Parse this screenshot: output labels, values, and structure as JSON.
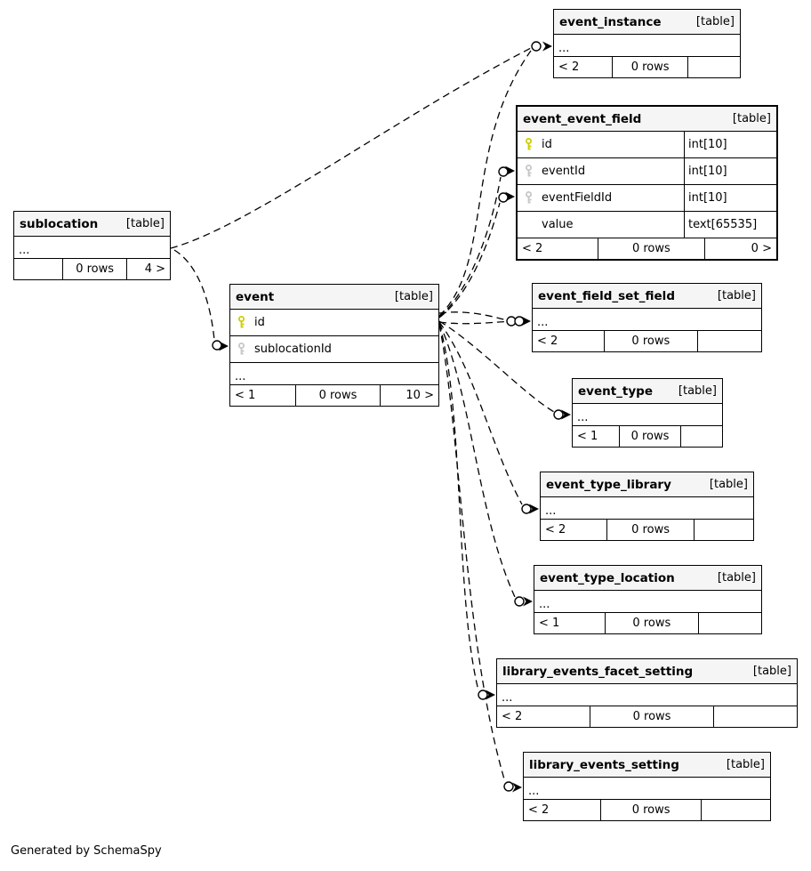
{
  "credit": "Generated by SchemaSpy",
  "colors": {
    "primary_key": "#cdcd00",
    "foreign_key": "#c6c6c6",
    "header_bg": "#f5f5f5",
    "line": "#000000"
  },
  "icons": {
    "primary_key": "key-icon (yellow)",
    "foreign_key": "key-icon (gray)"
  },
  "tables": [
    {
      "name": "event_instance",
      "tag": "[table]",
      "rows": [
        {
          "name": "..."
        }
      ],
      "footer": {
        "left": "< 2",
        "center": "0 rows",
        "right": ""
      }
    },
    {
      "name": "event_event_field",
      "tag": "[table]",
      "rows": [
        {
          "key": "pk",
          "name": "id",
          "type": "int[10]"
        },
        {
          "key": "fk",
          "name": "eventId",
          "type": "int[10]"
        },
        {
          "key": "fk",
          "name": "eventFieldId",
          "type": "int[10]"
        },
        {
          "key": "",
          "name": "value",
          "type": "text[65535]"
        }
      ],
      "footer": {
        "left": "< 2",
        "center": "0 rows",
        "right": "0 >"
      }
    },
    {
      "name": "sublocation",
      "tag": "[table]",
      "rows": [
        {
          "name": "..."
        }
      ],
      "footer": {
        "left": "",
        "center": "0 rows",
        "right": "4 >"
      }
    },
    {
      "name": "event",
      "tag": "[table]",
      "rows": [
        {
          "key": "pk",
          "name": "id"
        },
        {
          "key": "fk",
          "name": "sublocationId"
        },
        {
          "name": "..."
        }
      ],
      "footer": {
        "left": "< 1",
        "center": "0 rows",
        "right": "10 >"
      }
    },
    {
      "name": "event_field_set_field",
      "tag": "[table]",
      "rows": [
        {
          "name": "..."
        }
      ],
      "footer": {
        "left": "< 2",
        "center": "0 rows",
        "right": ""
      }
    },
    {
      "name": "event_type",
      "tag": "[table]",
      "rows": [
        {
          "name": "..."
        }
      ],
      "footer": {
        "left": "< 1",
        "center": "0 rows",
        "right": ""
      }
    },
    {
      "name": "event_type_library",
      "tag": "[table]",
      "rows": [
        {
          "name": "..."
        }
      ],
      "footer": {
        "left": "< 2",
        "center": "0 rows",
        "right": ""
      }
    },
    {
      "name": "event_type_location",
      "tag": "[table]",
      "rows": [
        {
          "name": "..."
        }
      ],
      "footer": {
        "left": "< 1",
        "center": "0 rows",
        "right": ""
      }
    },
    {
      "name": "library_events_facet_setting",
      "tag": "[table]",
      "rows": [
        {
          "name": "..."
        }
      ],
      "footer": {
        "left": "< 2",
        "center": "0 rows",
        "right": ""
      }
    },
    {
      "name": "library_events_setting",
      "tag": "[table]",
      "rows": [
        {
          "name": "..."
        }
      ],
      "footer": {
        "left": "< 2",
        "center": "0 rows",
        "right": ""
      }
    }
  ]
}
